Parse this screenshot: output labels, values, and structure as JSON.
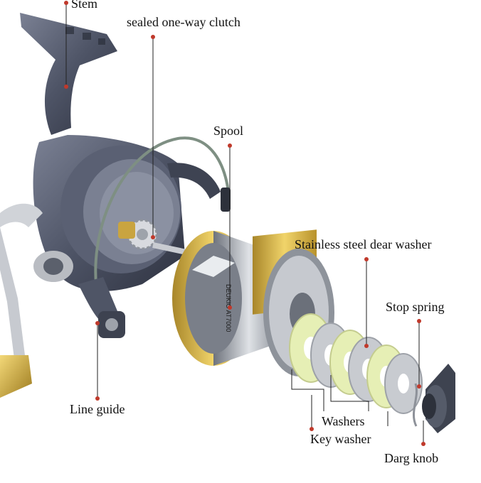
{
  "labels": {
    "stem": "Stem",
    "clutch": "sealed  one-way clutch",
    "spool": "Spool",
    "gear_washer": "Stainless steel dear washer",
    "stop_spring": "Stop  spring",
    "line_guide": "Line guide",
    "washers": "Washers",
    "key_washer": "Key washer",
    "drag_knob": "Darg knob"
  },
  "spool_print": "DEUKIO AT7000",
  "colors": {
    "reel_body": "#4e5466",
    "spool_gold": "#d9b23a",
    "felt_washer": "#e6efb5",
    "metal_washer": "#c8cbd0",
    "leader_dot": "#c0392b"
  }
}
